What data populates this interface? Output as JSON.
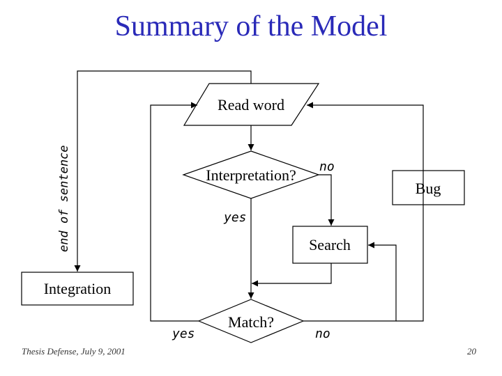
{
  "slide": {
    "title": "Summary of the Model",
    "footer_left": "Thesis Defense, July 9, 2001",
    "page_number": "20"
  },
  "nodes": {
    "read_word": "Read word",
    "interpretation": "Interpretation?",
    "search": "Search",
    "bug": "Bug",
    "integration": "Integration",
    "match": "Match?"
  },
  "edge_labels": {
    "interp_no": "no",
    "interp_yes": "yes",
    "match_yes": "yes",
    "match_no": "no",
    "end_of_sentence": "end of sentence"
  }
}
